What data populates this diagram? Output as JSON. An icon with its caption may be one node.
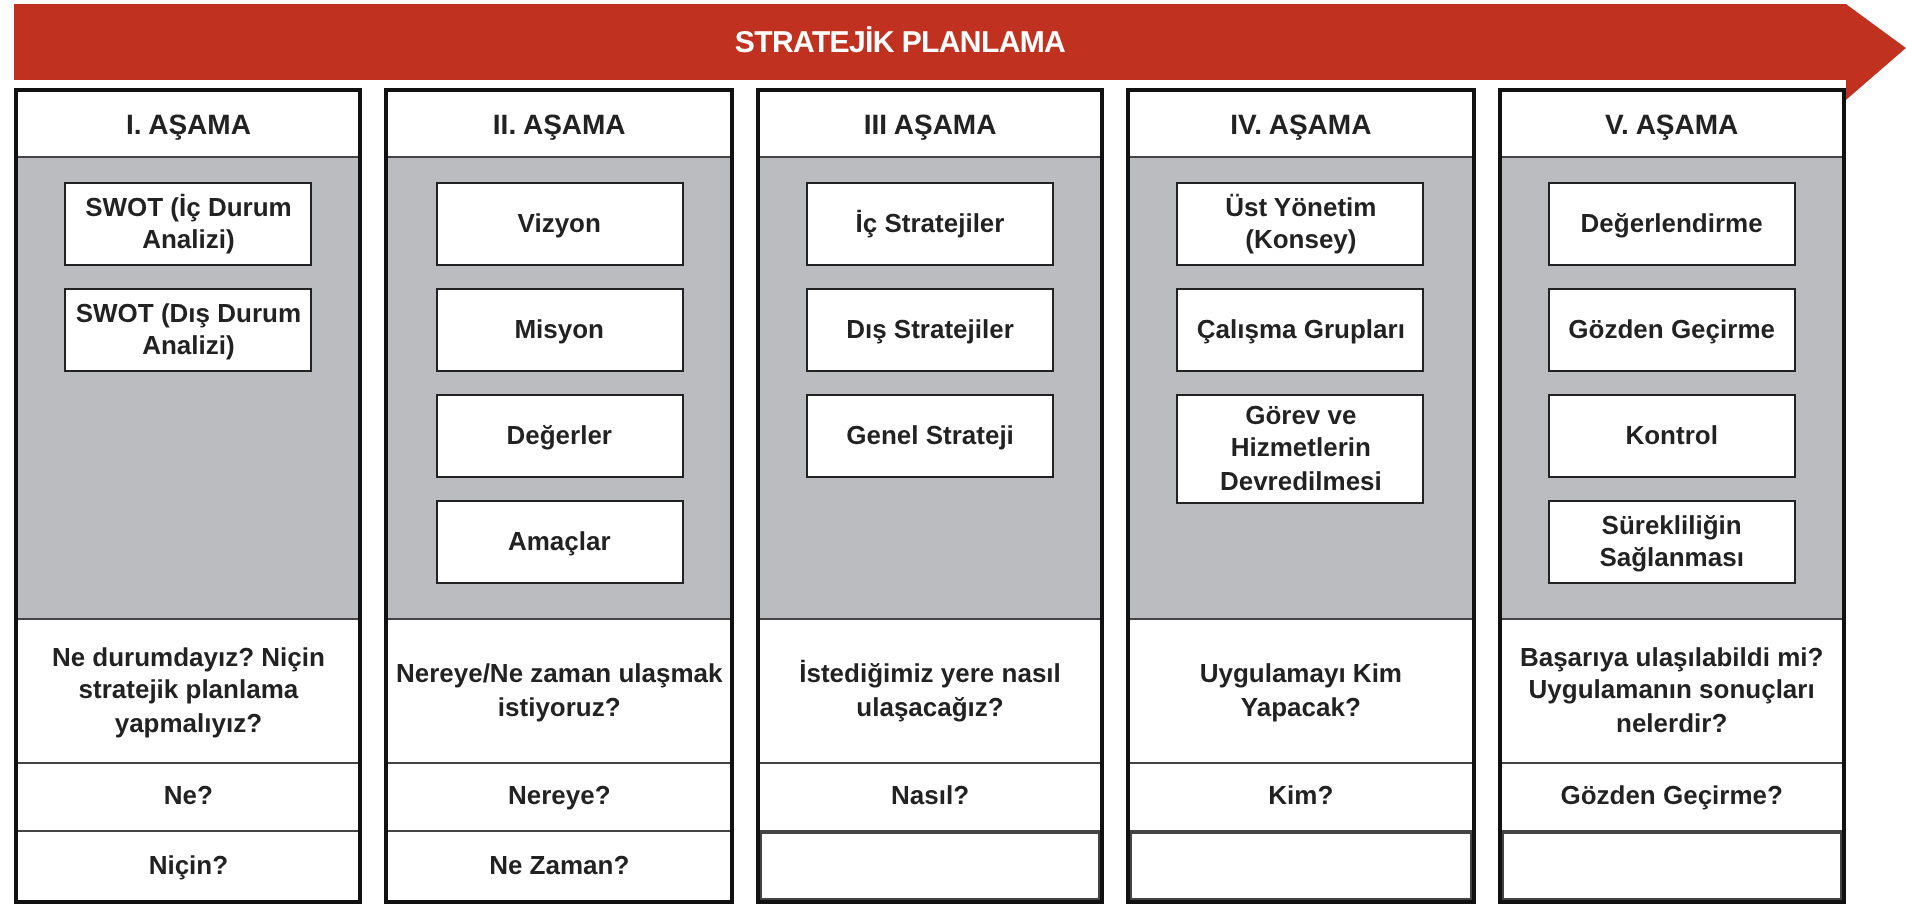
{
  "diagram": {
    "nodes": [
      {
        "text": [
          "STRATEJİK PLANLAMA"
        ]
      },
      {
        "text": [
          "I. AŞAMA"
        ]
      },
      {
        "text": [
          "SWOT (İç Durum Analizi)"
        ],
        "in": 1
      },
      {
        "text": [
          "SWOT (Dış Durum Analizi)"
        ],
        "in": 1
      },
      {
        "text": [
          "Ne durumdayız? Niçin stratejik planlama yapmalıyız?"
        ],
        "in": 1
      },
      {
        "text": [
          "Ne?"
        ],
        "in": 1
      },
      {
        "text": [
          "Niçin?"
        ],
        "in": 1
      },
      {
        "text": [
          "II. AŞAMA"
        ]
      },
      {
        "text": [
          "Vizyon"
        ],
        "in": 7
      },
      {
        "text": [
          "Misyon"
        ],
        "in": 7
      },
      {
        "text": [
          "Değerler"
        ],
        "in": 7
      },
      {
        "text": [
          "Amaçlar"
        ],
        "in": 7
      },
      {
        "text": [
          "Nereye/Ne zaman ulaşmak istiyoruz?"
        ],
        "in": 7
      },
      {
        "text": [
          "Nereye?"
        ],
        "in": 7
      },
      {
        "text": [
          "Ne Zaman?"
        ],
        "in": 7
      },
      {
        "text": [
          "III AŞAMA"
        ]
      },
      {
        "text": [
          "İç Stratejiler"
        ],
        "in": 15
      },
      {
        "text": [
          "Dış Stratejiler"
        ],
        "in": 15
      },
      {
        "text": [
          "Genel Strateji"
        ],
        "in": 15
      },
      {
        "text": [
          "İstediğimiz yere nasıl ulaşacağız?"
        ],
        "in": 15
      },
      {
        "text": [
          "Nasıl?"
        ],
        "in": 15
      },
      {
        "text": [],
        "shape": "box",
        "in": 15
      },
      {
        "text": [
          "IV. AŞAMA"
        ]
      },
      {
        "text": [
          "Üst Yönetim (Konsey)"
        ],
        "in": 22
      },
      {
        "text": [
          "Çalışma Grupları"
        ],
        "in": 22
      },
      {
        "text": [
          "Görev ve Hizmetlerin Devredilmesi"
        ],
        "in": 22
      },
      {
        "text": [
          "Uygulamayı Kim Yapacak?"
        ],
        "in": 22
      },
      {
        "text": [
          "Kim?"
        ],
        "in": 22
      },
      {
        "text": [],
        "shape": "box",
        "in": 22
      },
      {
        "text": [
          "V. AŞAMA"
        ]
      },
      {
        "text": [
          "Değerlendirme"
        ],
        "in": 29
      },
      {
        "text": [
          "Gözden Geçirme"
        ],
        "in": 29
      },
      {
        "text": [
          "Kontrol"
        ],
        "in": 29
      },
      {
        "text": [
          "Sürekliliğin Sağlanması"
        ],
        "in": 29
      },
      {
        "text": [
          "Başarıya ulaşılabildi mi? Uygulamanın sonuçları nelerdir?"
        ],
        "in": 29
      },
      {
        "text": [
          "Gözden Geçirme?"
        ],
        "in": 29
      },
      {
        "text": [],
        "shape": "box",
        "in": 29
      }
    ]
  }
}
